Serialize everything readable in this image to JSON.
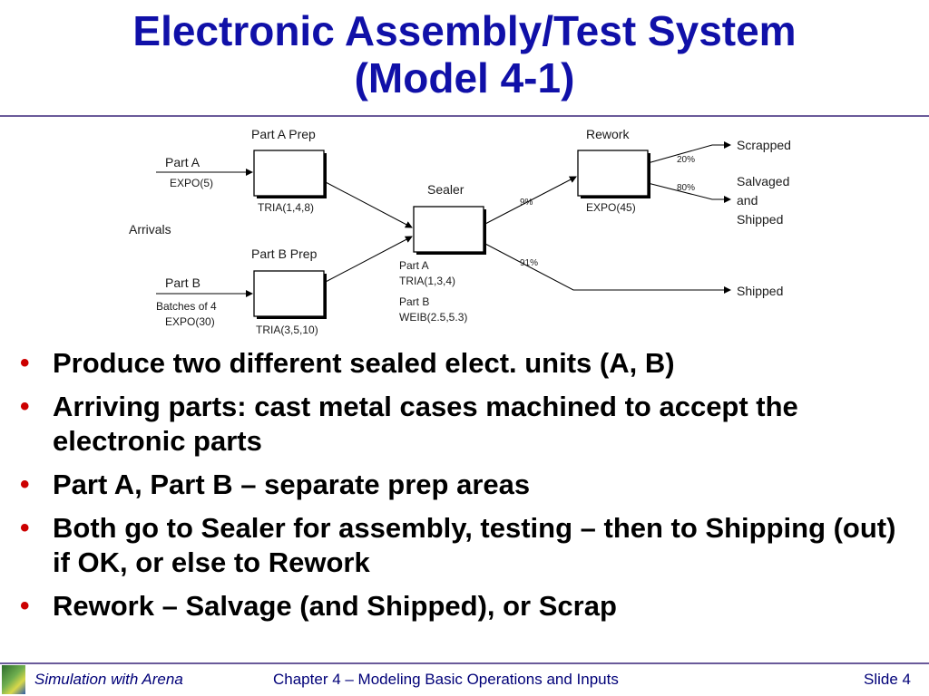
{
  "slide": {
    "title_line1": "Electronic Assembly/Test System",
    "title_line2": "(Model 4-1)"
  },
  "diagram": {
    "arrivals": "Arrivals",
    "part_a": {
      "label": "Part A",
      "dist": "EXPO(5)"
    },
    "part_b": {
      "label": "Part B",
      "batch": "Batches of 4",
      "dist": "EXPO(30)"
    },
    "part_a_prep": {
      "label": "Part A Prep",
      "dist": "TRIA(1,4,8)"
    },
    "part_b_prep": {
      "label": "Part B Prep",
      "dist": "TRIA(3,5,10)"
    },
    "sealer": {
      "label": "Sealer",
      "part_a_label": "Part A",
      "part_a_dist": "TRIA(1,3,4)",
      "part_b_label": "Part B",
      "part_b_dist": "WEIB(2.5,5.3)"
    },
    "rework": {
      "label": "Rework",
      "dist": "EXPO(45)"
    },
    "pct_rework": "9%",
    "pct_shipped": "91%",
    "pct_scrapped": "20%",
    "pct_salvaged": "80%",
    "out_scrapped": "Scrapped",
    "out_salvaged_1": "Salvaged",
    "out_salvaged_2": "and",
    "out_salvaged_3": "Shipped",
    "out_shipped": "Shipped"
  },
  "bullets": [
    {
      "text": "Produce two different sealed elect. units (A, B)"
    },
    {
      "text": "Arriving parts:  cast metal cases machined to accept the electronic parts"
    },
    {
      "text": "Part A, Part B – separate prep areas"
    },
    {
      "text": "Both go to Sealer for assembly, testing – then to Shipping (out) if OK, or else to Rework"
    },
    {
      "text": "Rework – Salvage (and Shipped), or Scrap"
    }
  ],
  "bullet_marker": "•",
  "footer": {
    "left": "Simulation with Arena",
    "center": "Chapter 4 – Modeling Basic Operations and Inputs",
    "right": "Slide 4"
  },
  "colors": {
    "title": "#1010a8",
    "bullet_marker": "#cc0000",
    "footer_text": "#000078",
    "rule": "#6a5a9a"
  }
}
